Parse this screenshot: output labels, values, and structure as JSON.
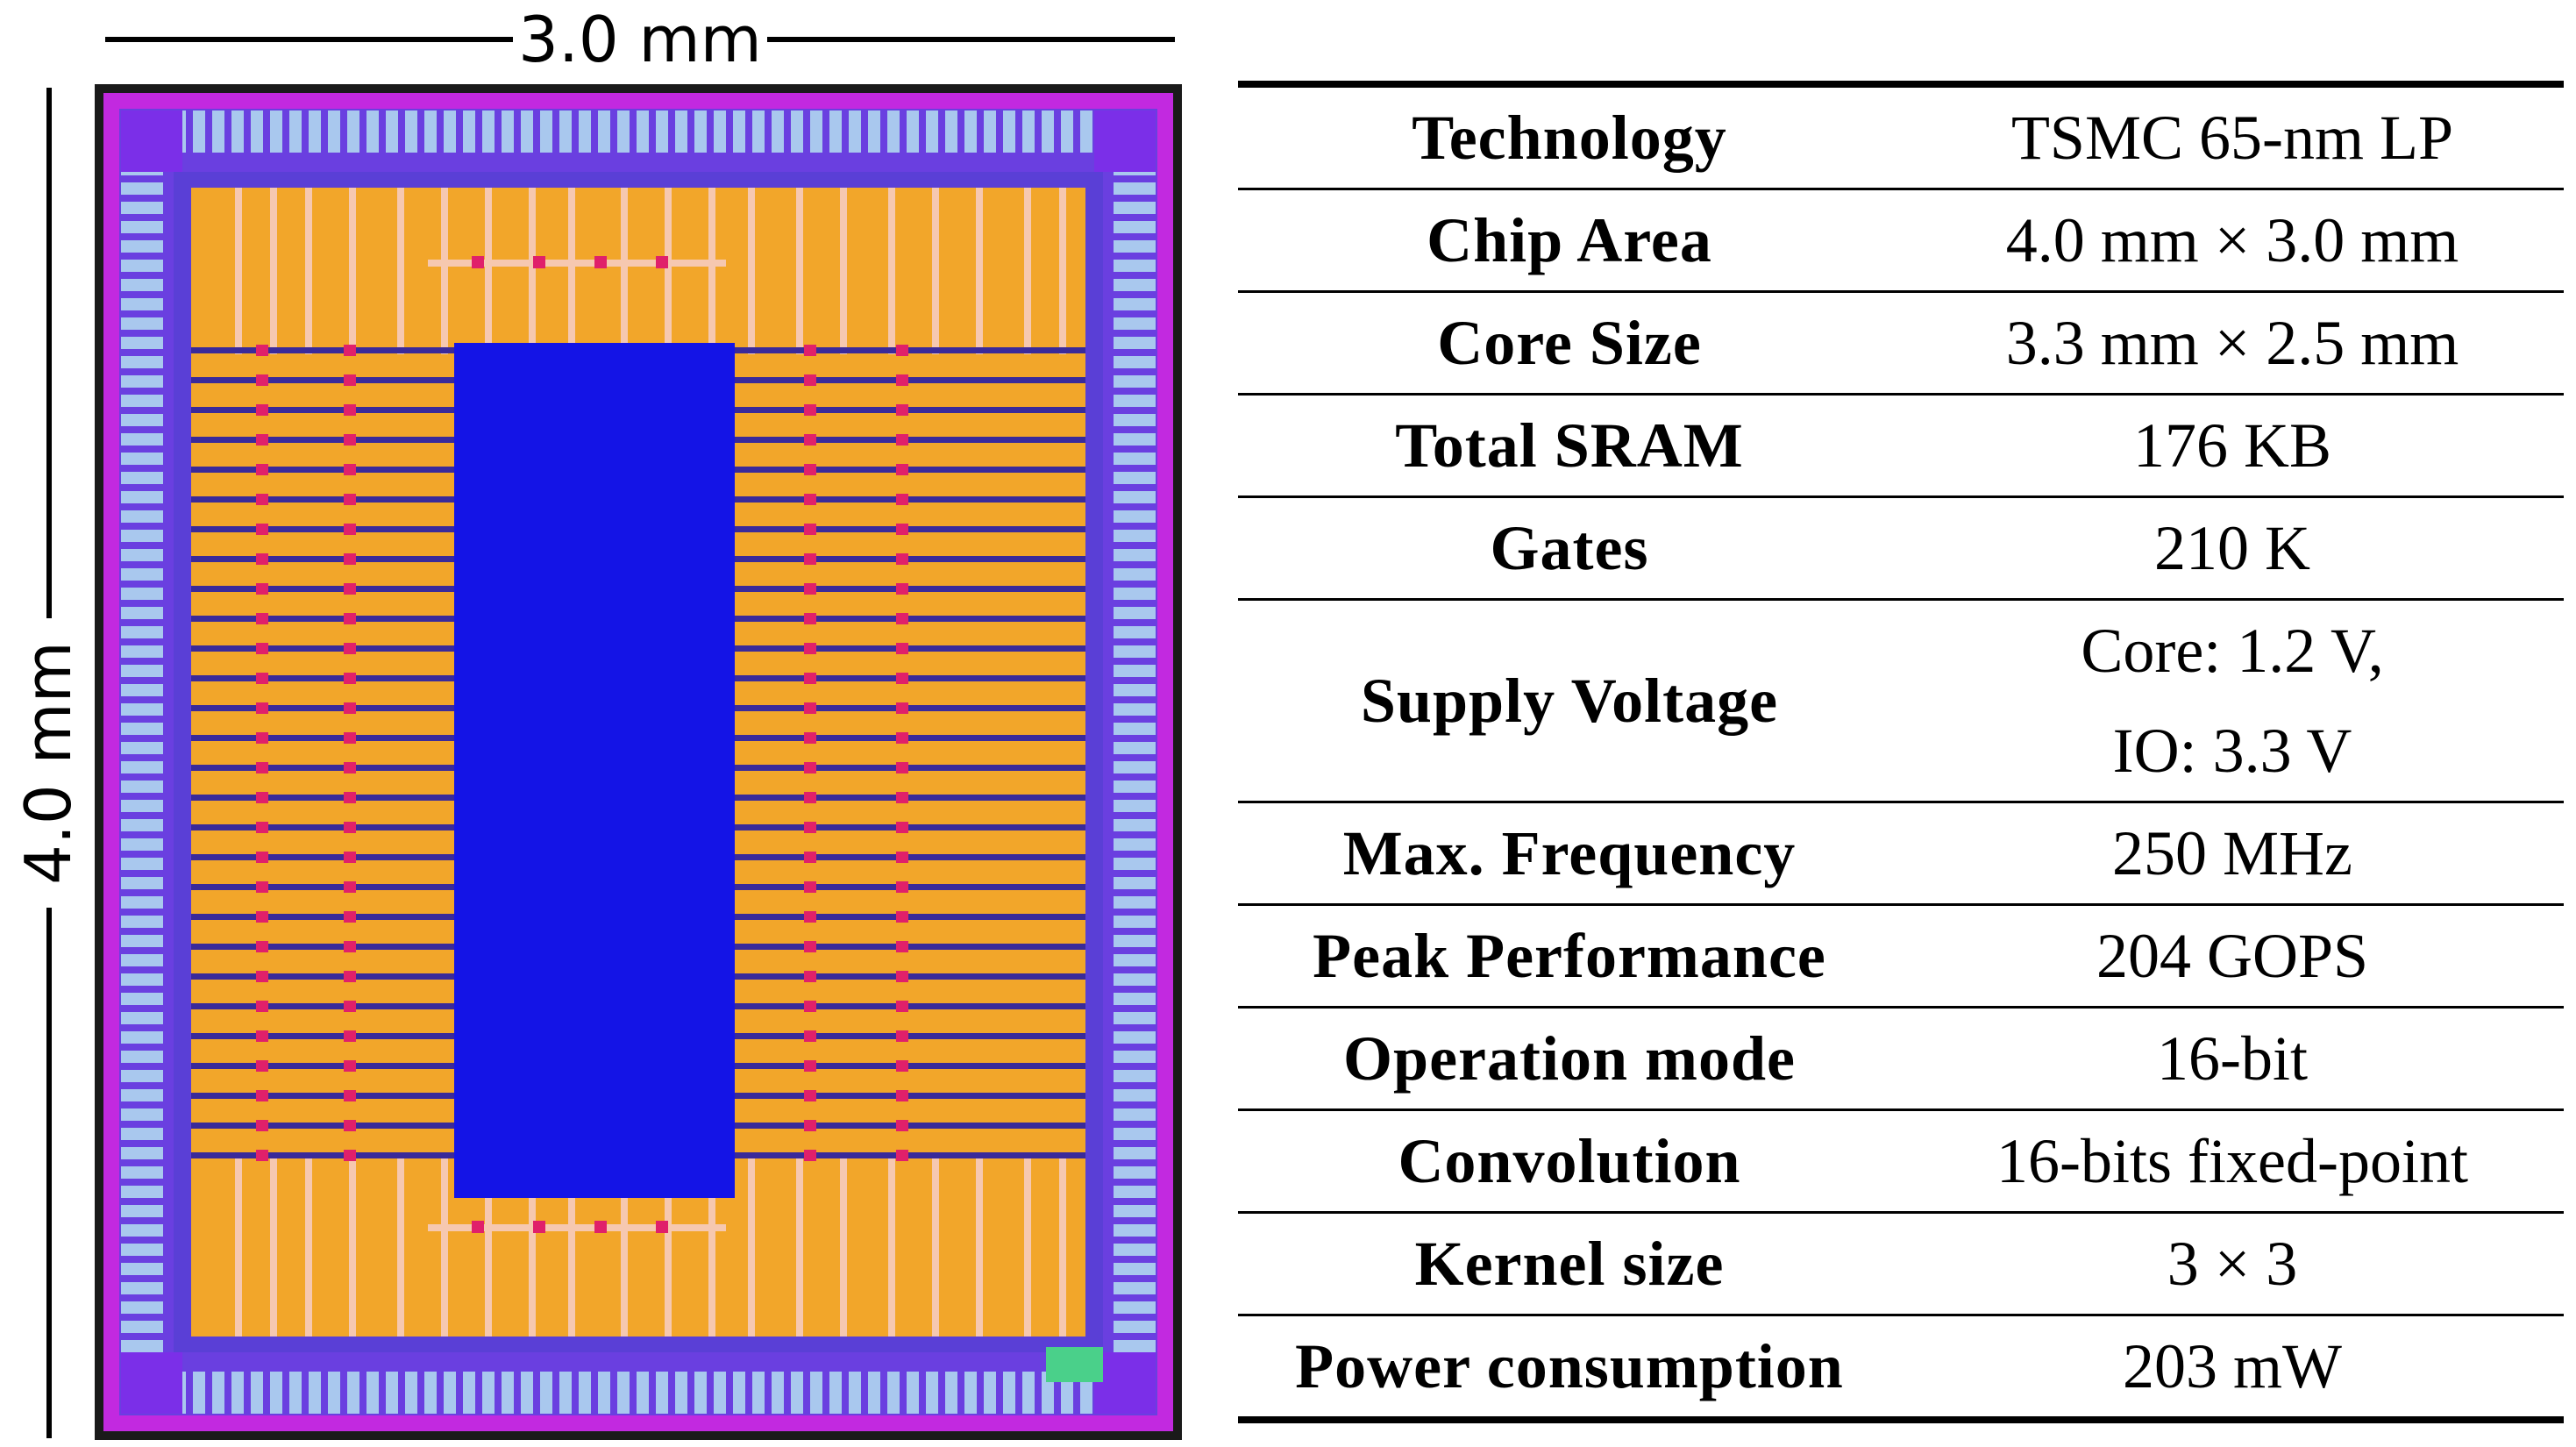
{
  "dimensions": {
    "width_label": "3.0 mm",
    "height_label": "4.0 mm"
  },
  "colors": {
    "die_border": "#1a1a1a",
    "pad_ring": "#c229e0",
    "io_frame": "#5a3fd6",
    "core_logic": "#f2a62a",
    "sram_block": "#1414e6",
    "power_stripe": "#3a2a9a",
    "via_marker": "#e0206a"
  },
  "spec_table": {
    "rows": [
      {
        "param": "Technology",
        "value": [
          "TSMC 65-nm LP"
        ]
      },
      {
        "param": "Chip Area",
        "value": [
          "4.0 mm × 3.0 mm"
        ]
      },
      {
        "param": "Core Size",
        "value": [
          "3.3 mm × 2.5 mm"
        ]
      },
      {
        "param": "Total SRAM",
        "value": [
          "176 KB"
        ]
      },
      {
        "param": "Gates",
        "value": [
          "210 K"
        ]
      },
      {
        "param": "Supply Voltage",
        "value": [
          "Core: 1.2 V,",
          "IO: 3.3 V"
        ]
      },
      {
        "param": "Max. Frequency",
        "value": [
          "250 MHz"
        ]
      },
      {
        "param": "Peak Performance",
        "value": [
          "204 GOPS"
        ]
      },
      {
        "param": "Operation mode",
        "value": [
          "16-bit"
        ]
      },
      {
        "param": "Convolution",
        "value": [
          "16-bits fixed-point"
        ]
      },
      {
        "param": "Kernel size",
        "value": [
          "3 × 3"
        ]
      },
      {
        "param": "Power consumption",
        "value": [
          "203 mW"
        ]
      }
    ]
  }
}
